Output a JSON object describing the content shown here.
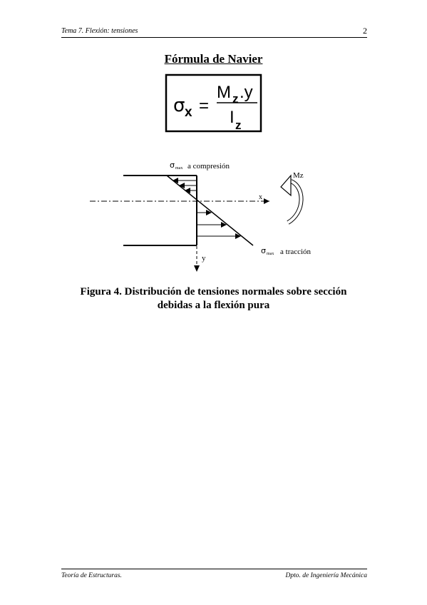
{
  "header": {
    "left": "Tema 7. Flexión: tensiones",
    "page_number": "2"
  },
  "title": "Fórmula de Navier",
  "formula": {
    "sigma": "σ",
    "sigma_sub": "x",
    "equals": "=",
    "num_main": "M",
    "num_sub": "z",
    "num_rest": ".y",
    "den_main": "I",
    "den_sub": "z"
  },
  "figure": {
    "label_comp_sigma": "σ",
    "label_comp_sub": "max",
    "label_comp_text": "a compresión",
    "label_trac_sigma": "σ",
    "label_trac_sub": "max",
    "label_trac_text": "a tracción",
    "label_moment": "Mz",
    "label_x": "x",
    "label_y": "y"
  },
  "caption": {
    "line1": "Figura 4. Distribución de tensiones normales sobre sección",
    "line2": "debidas a la flexión pura"
  },
  "footer": {
    "left": "Teoría de Estructuras.",
    "right": "Dpto. de Ingeniería Mecánica"
  }
}
